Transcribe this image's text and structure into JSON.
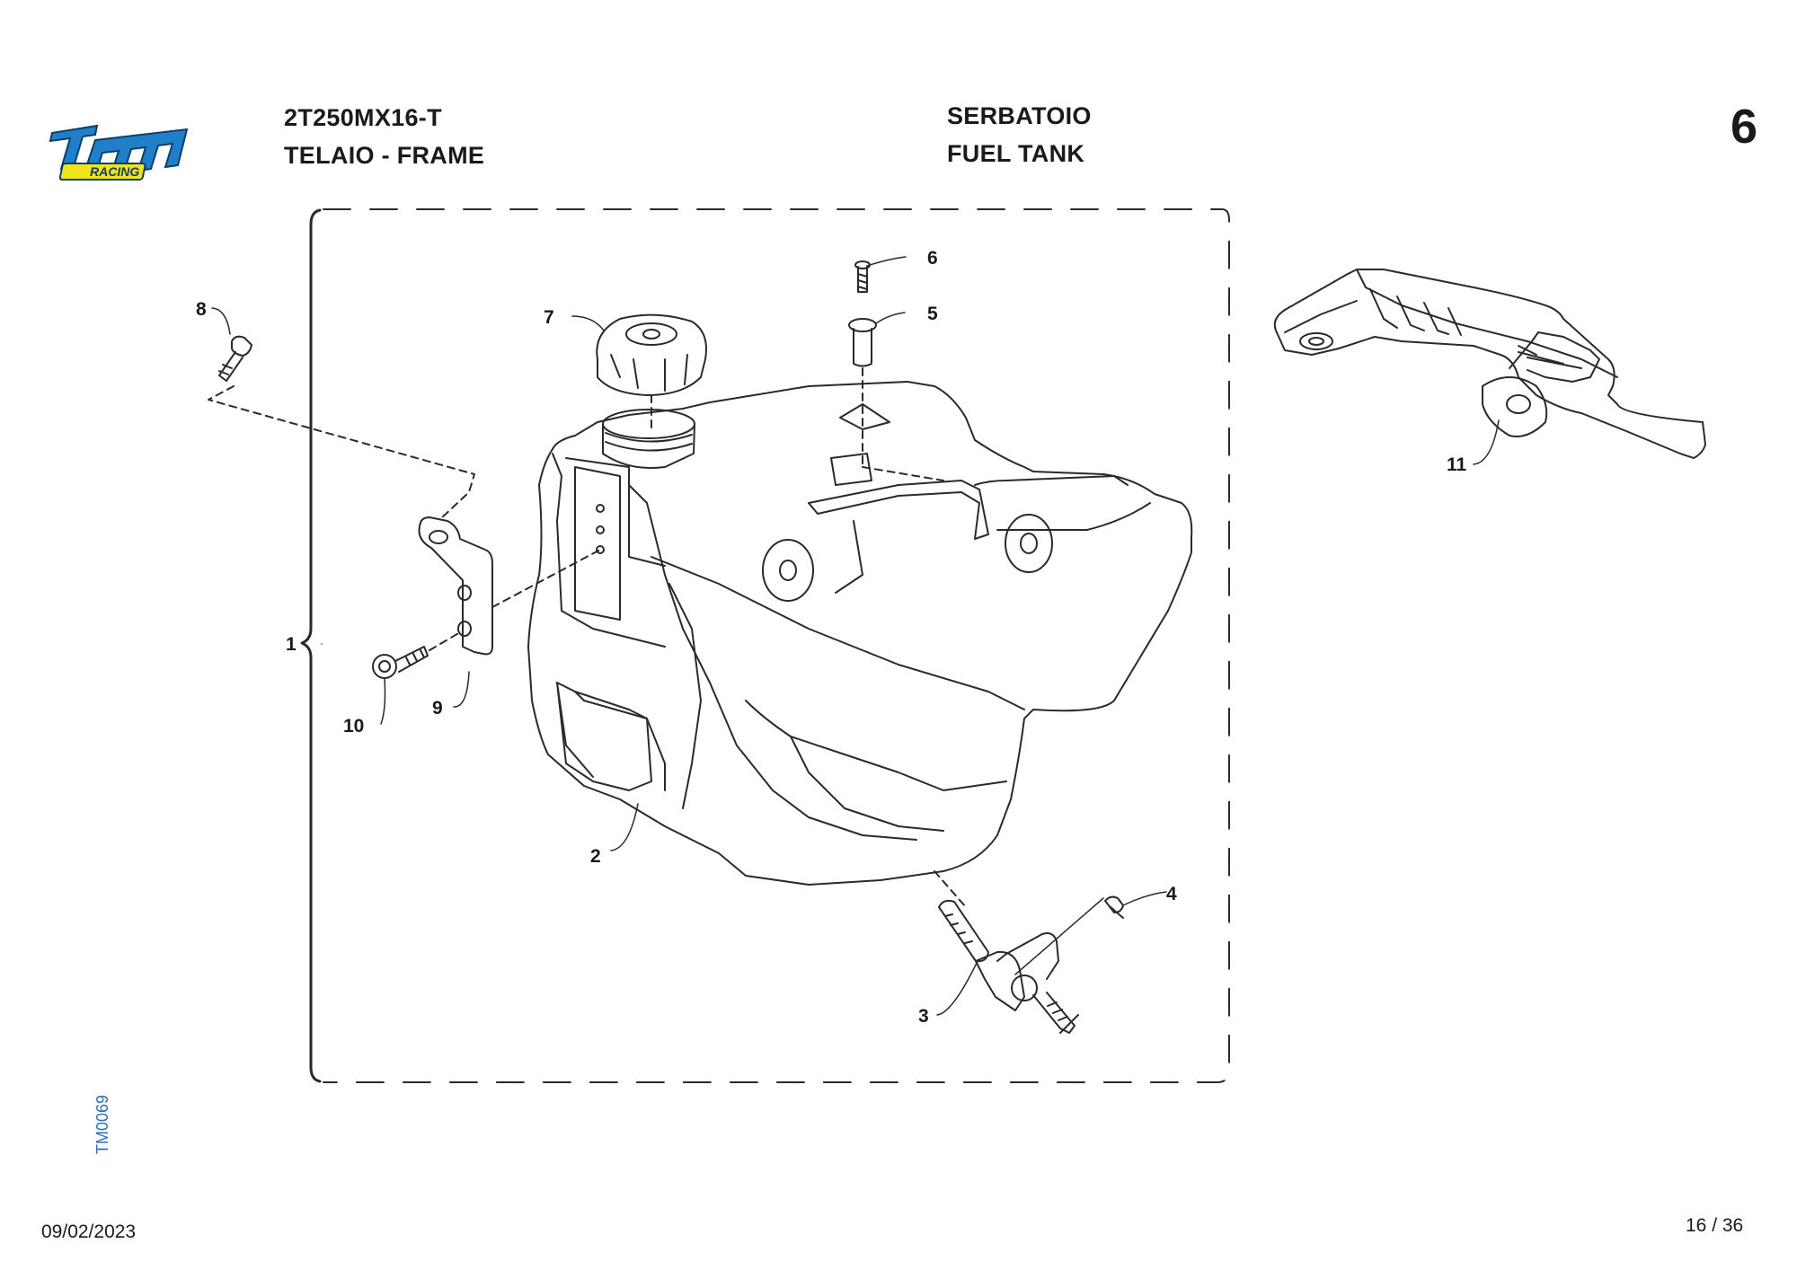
{
  "header": {
    "model": "2T250MX16-T",
    "group": "TELAIO - FRAME",
    "section_it": "SERBATOIO",
    "section_en": "FUEL TANK",
    "table_number": "6"
  },
  "logo": {
    "brand": "tm",
    "tagline": "RACING",
    "icon": "tm-racing-logo",
    "color": "#1f7fc8",
    "tagline_color": "#f2e31b"
  },
  "drawing_code": "TM0069",
  "footer": {
    "date": "09/02/2023",
    "page": "16 / 36"
  },
  "callouts": {
    "c1": "1",
    "c2": "2",
    "c3": "3",
    "c4": "4",
    "c5": "5",
    "c6": "6",
    "c7": "7",
    "c8": "8",
    "c9": "9",
    "c10": "10",
    "c11": "11"
  }
}
